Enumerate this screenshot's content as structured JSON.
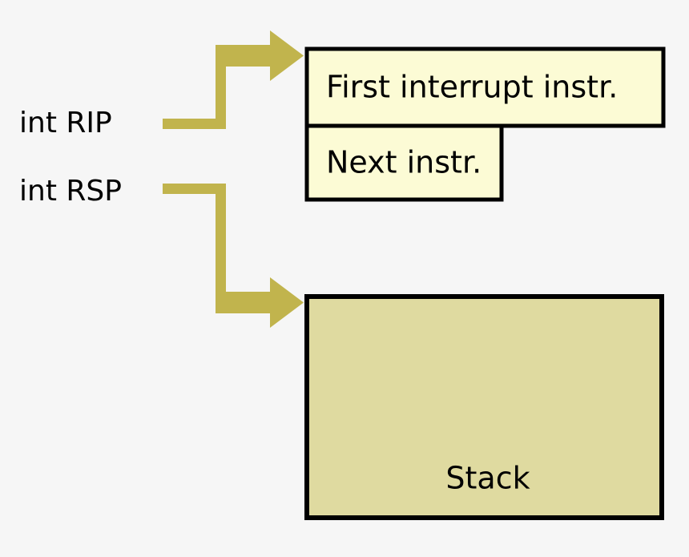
{
  "diagram": {
    "title": "Interrupt RIP and RSP pointer diagram",
    "background_color": "#f6f6f6",
    "arrow_color": "#c1b44d",
    "border_color": "#000000",
    "text_color": "#000000",
    "labels": {
      "rip": "int RIP",
      "rsp": "int RSP"
    },
    "boxes": {
      "first_instr": {
        "text": "First interrupt instr.",
        "fill": "#fcfbd5"
      },
      "next_instr": {
        "text": "Next instr.",
        "fill": "#fcfbd5"
      },
      "stack": {
        "text": "Stack",
        "fill": "#dfdaa0"
      }
    },
    "arrows": {
      "rip_arrow_name": "rip-pointer-arrow",
      "rsp_arrow_name": "rsp-pointer-arrow"
    }
  }
}
